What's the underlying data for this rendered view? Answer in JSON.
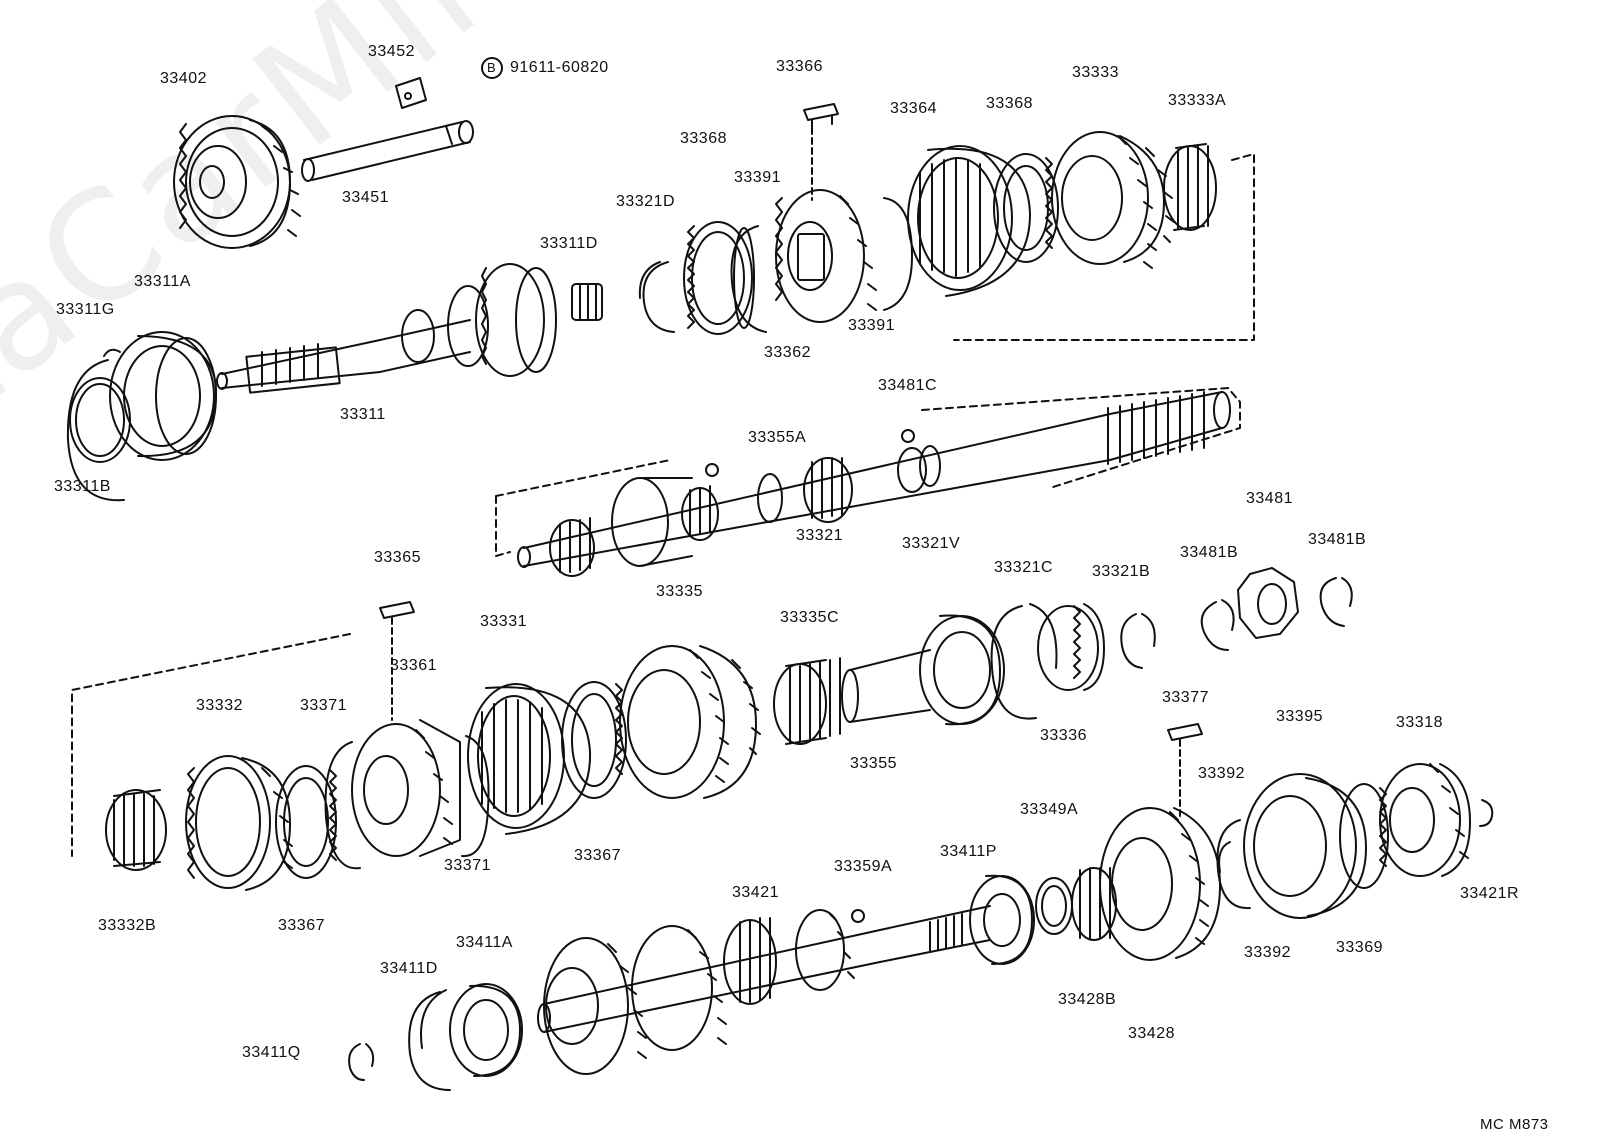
{
  "diagram": {
    "watermark": "ToyotaCarMine.ru",
    "figure_code": "MC M873",
    "bolt": {
      "symbol": "B",
      "text": "91611-60820"
    },
    "labels": {
      "p33402": "33402",
      "p33452": "33452",
      "p33451": "33451",
      "p33366": "33366",
      "p33364": "33364",
      "p33368a": "33368",
      "p33368b": "33368",
      "p33333": "33333",
      "p33333A": "33333A",
      "p33321D": "33321D",
      "p33391a": "33391",
      "p33391b": "33391",
      "p33362": "33362",
      "p33311D": "33311D",
      "p33311A": "33311A",
      "p33311G": "33311G",
      "p33311B": "33311B",
      "p33311": "33311",
      "p33481C": "33481C",
      "p33355A": "33355A",
      "p33321": "33321",
      "p33365": "33365",
      "p33321V": "33321V",
      "p33321C": "33321C",
      "p33321B": "33321B",
      "p33481Ba": "33481B",
      "p33481": "33481",
      "p33481Bb": "33481B",
      "p33335": "33335",
      "p33331": "33331",
      "p33335C": "33335C",
      "p33361": "33361",
      "p33332": "33332",
      "p33371a": "33371",
      "p33371b": "33371",
      "p33367a": "33367",
      "p33367b": "33367",
      "p33355": "33355",
      "p33336": "33336",
      "p33377": "33377",
      "p33395": "33395",
      "p33318": "33318",
      "p33392a": "33392",
      "p33392b": "33392",
      "p33349A": "33349A",
      "p33332B": "33332B",
      "p33359A": "33359A",
      "p33411P": "33411P",
      "p33421": "33421",
      "p33421R": "33421R",
      "p33369": "33369",
      "p33411A": "33411A",
      "p33411D": "33411D",
      "p33428B": "33428B",
      "p33428": "33428",
      "p33411Q": "33411Q"
    }
  }
}
